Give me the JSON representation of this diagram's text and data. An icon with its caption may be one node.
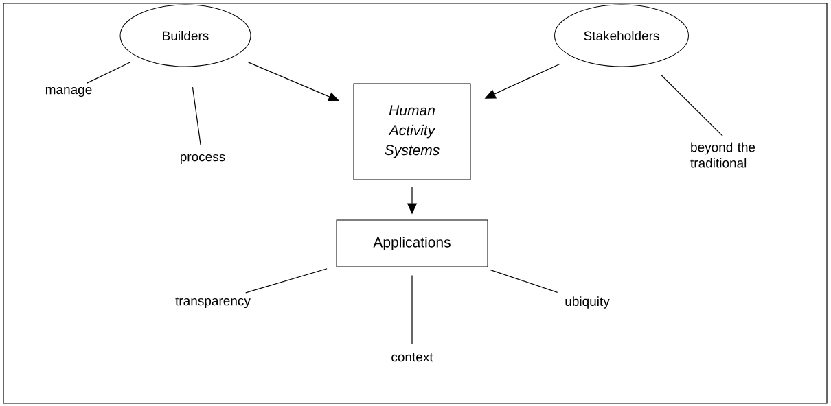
{
  "diagram": {
    "nodes": [
      {
        "text": [
          "Builders"
        ]
      },
      {
        "text": [
          "Stakeholders"
        ]
      },
      {
        "text": [
          "Human Activity Systems"
        ]
      },
      {
        "text": [
          "Applications"
        ]
      },
      {
        "text": [
          "manage"
        ]
      },
      {
        "text": [
          "process"
        ]
      },
      {
        "text": [
          "beyond the traditional"
        ]
      },
      {
        "text": [
          "transparency"
        ]
      },
      {
        "text": [
          "context"
        ]
      },
      {
        "text": [
          "ubiquity"
        ]
      }
    ],
    "edges": [
      {
        "from": 0,
        "to": 2,
        "arrow": "to"
      },
      {
        "from": 1,
        "to": 2,
        "arrow": "to"
      },
      {
        "from": 2,
        "to": 3,
        "arrow": "to"
      },
      {
        "from": 0,
        "to": 4,
        "arrow": "none"
      },
      {
        "from": 0,
        "to": 5,
        "arrow": "none"
      },
      {
        "from": 1,
        "to": 6,
        "arrow": "none"
      },
      {
        "from": 3,
        "to": 7,
        "arrow": "none"
      },
      {
        "from": 3,
        "to": 8,
        "arrow": "none"
      },
      {
        "from": 3,
        "to": 9,
        "arrow": "none"
      }
    ]
  }
}
